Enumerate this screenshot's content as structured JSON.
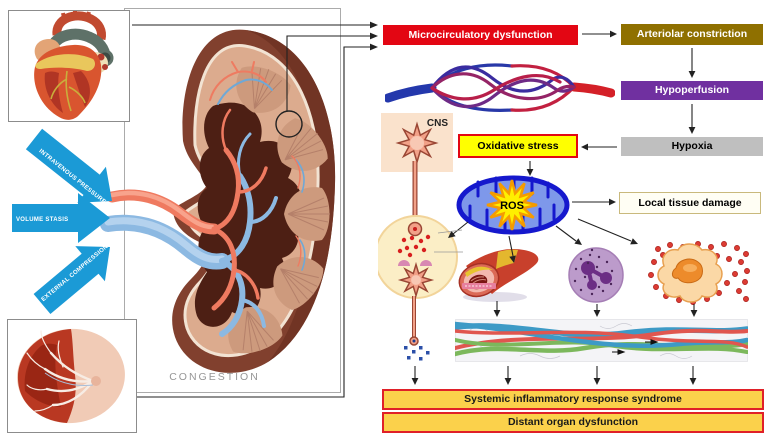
{
  "colors": {
    "red": "#E30613",
    "olive": "#8F7000",
    "purple": "#7030A0",
    "gray": "#BFBFBF",
    "yellow": "#FFFF00",
    "gold": "#FBD14B",
    "border_red": "#E02028",
    "cream": "#FFFEF4",
    "cream_border": "#C9B97C",
    "arrow_blue": "#1B9AD6",
    "mito_border": "#1518CD",
    "mito_fill": "#7E98EA",
    "ros_star": "#FFEF00"
  },
  "flowchart": {
    "microcirculatory_dysfunction": {
      "label": "Microcirculatory dysfunction"
    },
    "arteriolar_constriction": {
      "label": "Arteriolar constriction"
    },
    "hypoperfusion": {
      "label": "Hypoperfusion"
    },
    "hypoxia": {
      "label": "Hypoxia"
    },
    "oxidative_stress": {
      "label": "Oxidative stress"
    },
    "ros": {
      "label": "ROS"
    },
    "local_tissue_damage": {
      "label": "Local tissue damage"
    },
    "sirs": {
      "label": "Systemic inflammatory response syndrome"
    },
    "distant_organ_dysfunction": {
      "label": "Distant organ dysfunction"
    }
  },
  "left_panel": {
    "pressure_arrows": [
      {
        "label": "INTRAVENOUS PRESSURE"
      },
      {
        "label": "VOLUME STASIS"
      },
      {
        "label": "EXTERNAL COMPRESSION"
      }
    ],
    "congestion_label": "CONGESTION",
    "cns_label": "CNS"
  }
}
